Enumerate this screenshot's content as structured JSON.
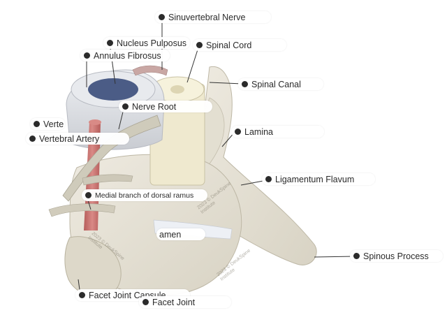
{
  "labels": {
    "sinuvertebral_nerve": "Sinuvertebral Nerve",
    "nucleus_pulposus": "Nucleus Pulposus",
    "spinal_cord": "Spinal Cord",
    "annulus_fibrosus": "Annulus Fibrosus",
    "spinal_canal": "Spinal Canal",
    "nerve_root": "Nerve Root",
    "vertebral_body_partial": "Verte",
    "vertebral_artery": "Vertebral Artery",
    "lamina": "Lamina",
    "ligamentum_flavum": "Ligamentum Flavum",
    "medial_branch": "Medial branch of dorsal ramus",
    "foramen_partial": "amen",
    "spinous_process": "Spinous Process",
    "facet_joint_capsule": "Facet Joint Capsule",
    "facet_joint": "Facet Joint"
  },
  "watermark": {
    "line1": "2023 © DeukSpine",
    "line2": "Institute"
  },
  "colors": {
    "bone": "#e8e4d8",
    "bone_shadow": "#cfcab9",
    "disc_grey": "#d9dbe0",
    "nucleus_blue": "#4b5c86",
    "spinal_cord": "#f0ebd0",
    "artery_red": "#c9706d",
    "nerve": "#c8c4b4",
    "leader_line": "#333333"
  }
}
